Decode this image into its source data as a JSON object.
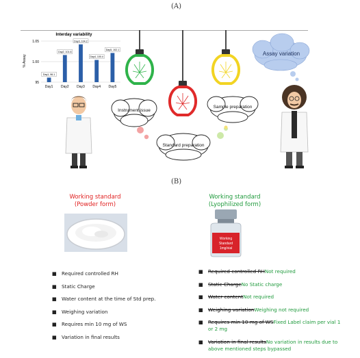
{
  "panel_a_label": "(A)",
  "panel_b_label": "(B)",
  "chart_data": {
    "type": "bar",
    "title": "Interday variability",
    "ylabel": "% Assay",
    "categories": [
      "Day1",
      "Day2",
      "Day3",
      "Day4",
      "Day5"
    ],
    "values": [
      96.1,
      101.6,
      104.2,
      100.4,
      102.1
    ],
    "data_labels": [
      "Day1, 96.1",
      "Day2, 101.6",
      "Day3, 104.2",
      "Day4, 100.4",
      "Day5, 102.1"
    ],
    "yticks": [
      "95",
      "1.00",
      "1.05"
    ],
    "ylim": [
      95,
      105
    ],
    "bar_color": "#2b5fa8"
  },
  "clouds": {
    "assay_variation": "Assay variation",
    "instrument_issue": "Instrument issue",
    "sample_preparation": "Sample preparation",
    "standard_preparation": "Standard preparation"
  },
  "bulb_colors": {
    "green": "#2fb34a",
    "red": "#e02a2a",
    "yellow": "#f2d423"
  },
  "powder": {
    "title_line1": "Working standard",
    "title_line2": "(Powder form)",
    "title_color": "#e02020",
    "bullets": [
      "Required controlled RH",
      "Static Charge",
      "Water content at the time of Std prep.",
      "Weighing variation",
      "Requires min 10 mg of WS",
      "Variation in final results"
    ]
  },
  "lyophilized": {
    "title_line1": "Working standard",
    "title_line2": "(Lyophilized form)",
    "title_color": "#1f9a3c",
    "vial_label": "Working Standard 1mg/vial",
    "bullets": [
      {
        "struck": "Required controlled RH",
        "note": "Not required"
      },
      {
        "struck": "Static Charge",
        "note": "No Static charge"
      },
      {
        "struck": "Water content",
        "note": "Not required"
      },
      {
        "struck": "Weighing variation",
        "note": "Weighing not required"
      },
      {
        "struck": "Requires min 10 mg of WS",
        "note": "Fixed Label claim per vial 1 or 2 mg"
      },
      {
        "struck": "Variation in final results",
        "note": "No variation in results due to above mentioned steps bypassed"
      }
    ]
  }
}
